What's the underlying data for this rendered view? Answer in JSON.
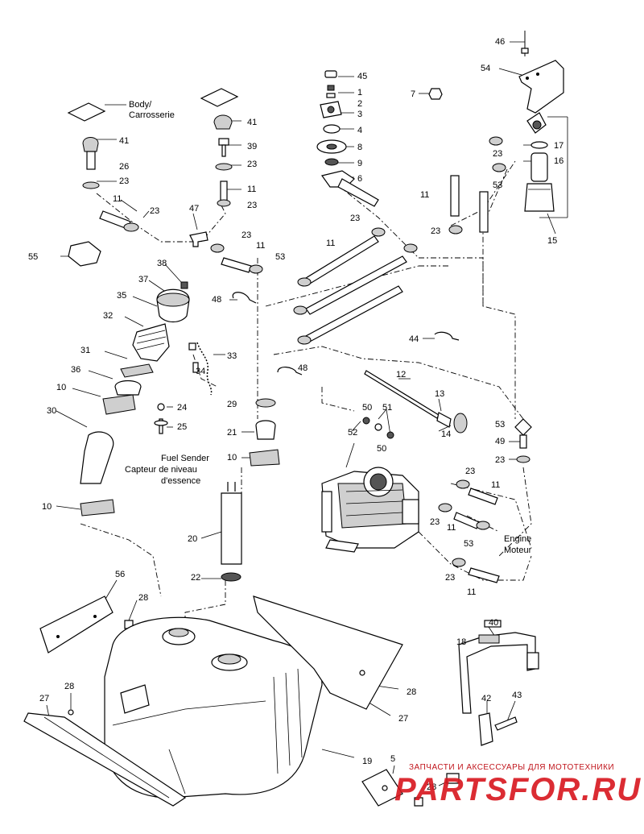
{
  "captions": {
    "body_line1": "Body/",
    "body_line2": "Carrosserie",
    "sender_line1": "Fuel Sender",
    "sender_line2": "Capteur de niveau",
    "sender_line3": "d'essence",
    "engine_line1": "Engine",
    "engine_line2": "Moteur"
  },
  "callouts": {
    "c46": "46",
    "c54": "54",
    "c7": "7",
    "c45": "45",
    "c1": "1",
    "c2": "2",
    "c3": "3",
    "c4": "4",
    "c8": "8",
    "c9": "9",
    "c6": "6",
    "c41a": "41",
    "c41b": "41",
    "c39": "39",
    "c26": "26",
    "c23a": "23",
    "c23b": "23",
    "c11a": "11",
    "c11b": "11",
    "c23c": "23",
    "c23d": "23",
    "c47": "47",
    "c23e": "23",
    "c11c": "11",
    "c53a": "53",
    "c11d": "11",
    "c23f": "23",
    "c11e": "11",
    "c53b": "53",
    "c23g": "23",
    "c23h": "23",
    "c17": "17",
    "c16": "16",
    "c15": "15",
    "c55": "55",
    "c38": "38",
    "c37": "37",
    "c35": "35",
    "c48a": "48",
    "c32": "32",
    "c44": "44",
    "c31": "31",
    "c33": "33",
    "c34": "34",
    "c36": "36",
    "c48b": "48",
    "c12": "12",
    "c10a": "10",
    "c24": "24",
    "c29": "29",
    "c50a": "50",
    "c51": "51",
    "c13": "13",
    "c25": "25",
    "c14": "14",
    "c50b": "50",
    "c53c": "53",
    "c30": "30",
    "c52": "52",
    "c21": "21",
    "c49": "49",
    "c23i": "23",
    "c10b": "10",
    "c23j": "23",
    "c11f": "11",
    "c10c": "10",
    "c23k": "23",
    "c11g": "11",
    "c53d": "53",
    "c20": "20",
    "c23l": "23",
    "c11h": "11",
    "c56": "56",
    "c22": "22",
    "c28a": "28",
    "c40": "40",
    "c18": "18",
    "c28b": "28",
    "c27a": "27",
    "c28c": "28",
    "c27b": "27",
    "c42": "42",
    "c43": "43",
    "c19": "19",
    "c5": "5",
    "c28d": "28"
  },
  "watermark": {
    "tagline": "ЗАПЧАСТИ И АКСЕССУАРЫ ДЛЯ МОТОТЕХНИКИ",
    "logo": "PARTSFOR.RU"
  }
}
